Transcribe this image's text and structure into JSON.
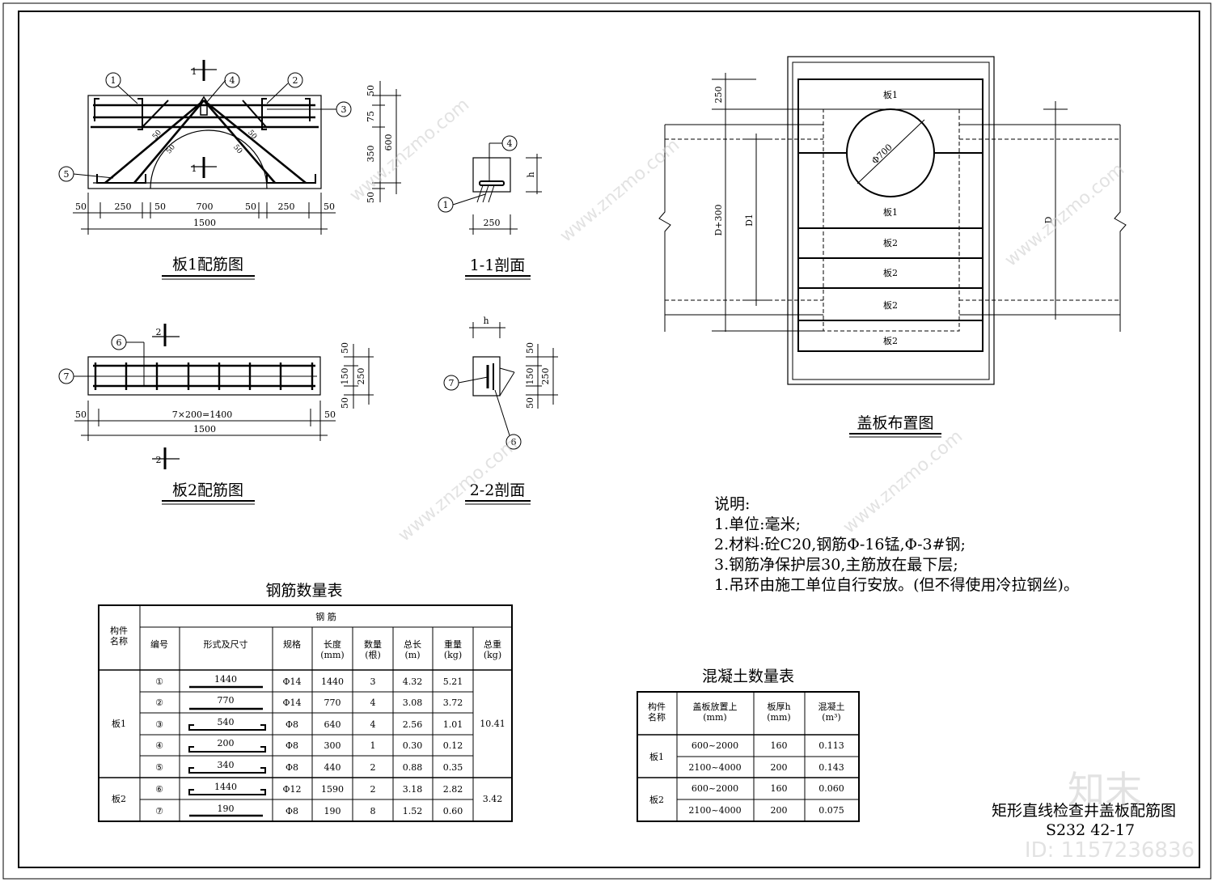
{
  "titles": {
    "plate1": "板1配筋图",
    "section11": "1-1剖面",
    "plate2": "板2配筋图",
    "section22": "2-2剖面",
    "layout": "盖板布置图",
    "rebar_table": "钢筋数量表",
    "concrete_table": "混凝土数量表"
  },
  "notes": {
    "heading": "说明:",
    "lines": [
      "1.单位:毫米;",
      "2.材料:砼C20,钢筋Φ-16锰,Φ-3#钢;",
      "3.钢筋净保护层30,主筋放在最下层;",
      "1.吊环由施工单位自行安放。(但不得使用冷拉钢丝)。"
    ]
  },
  "title_block": {
    "name": "矩形直线检查井盖板配筋图",
    "code": "S232  42-17"
  },
  "watermark": {
    "brand": "知末",
    "id": "ID: 1157236836",
    "site": "www.znzmo.com"
  },
  "plate1": {
    "marks": [
      "1",
      "4",
      "2",
      "3",
      "5"
    ],
    "section_marks": [
      "1",
      "1"
    ],
    "dims_bottom": [
      "50",
      "250",
      "50",
      "700",
      "50",
      "250",
      "50"
    ],
    "total": "1500",
    "dims_right": [
      "50",
      "75",
      "350",
      "50"
    ],
    "dim_total_right": "600",
    "diag_labels": [
      "50",
      "50",
      "50",
      "50"
    ]
  },
  "section11": {
    "marks": [
      "4",
      "1"
    ],
    "width": "250",
    "height": "h"
  },
  "plate2": {
    "marks": [
      "6",
      "7"
    ],
    "section_marks": [
      "2",
      "2"
    ],
    "dims_bottom": [
      "50",
      "7×200=1400",
      "50"
    ],
    "total": "1500",
    "dims_right": [
      "50",
      "150",
      "50"
    ],
    "dim_total_right": "250"
  },
  "section22": {
    "marks": [
      "7",
      "6"
    ],
    "width": "h",
    "dims_right": [
      "50",
      "150",
      "50"
    ],
    "dim_total_right": "250"
  },
  "layout": {
    "plates": [
      "板1",
      "板1",
      "板2",
      "板2",
      "板2",
      "板2"
    ],
    "diameter": "Φ700",
    "dims": [
      "250",
      "D+300",
      "D1",
      "D"
    ]
  },
  "rebar_table": {
    "header_group": "钢            筋",
    "headers": [
      "构件\n名称",
      "编号",
      "形式及尺寸",
      "规格",
      "长度\n(mm)",
      "数量\n(根)",
      "总长\n(m)",
      "重量\n(kg)",
      "总重\n(kg)"
    ],
    "groups": [
      {
        "name": "板1",
        "total": "10.41",
        "rows": [
          {
            "no": "①",
            "shape": "1440",
            "spec": "Φ14",
            "len": "1440",
            "qty": "3",
            "tlen": "4.32",
            "wt": "5.21"
          },
          {
            "no": "②",
            "shape": "770",
            "spec": "Φ14",
            "len": "770",
            "qty": "4",
            "tlen": "3.08",
            "wt": "3.72"
          },
          {
            "no": "③",
            "shape": "540",
            "spec": "Φ8",
            "len": "640",
            "qty": "4",
            "tlen": "2.56",
            "wt": "1.01"
          },
          {
            "no": "④",
            "shape": "200",
            "spec": "Φ8",
            "len": "300",
            "qty": "1",
            "tlen": "0.30",
            "wt": "0.12"
          },
          {
            "no": "⑤",
            "shape": "340",
            "spec": "Φ8",
            "len": "440",
            "qty": "2",
            "tlen": "0.88",
            "wt": "0.35"
          }
        ]
      },
      {
        "name": "板2",
        "total": "3.42",
        "rows": [
          {
            "no": "⑥",
            "shape": "1440",
            "spec": "Φ12",
            "len": "1590",
            "qty": "2",
            "tlen": "3.18",
            "wt": "2.82"
          },
          {
            "no": "⑦",
            "shape": "190",
            "spec": "Φ8",
            "len": "190",
            "qty": "8",
            "tlen": "1.52",
            "wt": "0.60"
          }
        ]
      }
    ]
  },
  "concrete_table": {
    "headers": [
      "构件\n名称",
      "盖板放置上\n(mm)",
      "板厚h\n(mm)",
      "混凝土\n(m³)"
    ],
    "groups": [
      {
        "name": "板1",
        "rows": [
          {
            "range": "600~2000",
            "h": "160",
            "vol": "0.113"
          },
          {
            "range": "2100~4000",
            "h": "200",
            "vol": "0.143"
          }
        ]
      },
      {
        "name": "板2",
        "rows": [
          {
            "range": "600~2000",
            "h": "160",
            "vol": "0.060"
          },
          {
            "range": "2100~4000",
            "h": "200",
            "vol": "0.075"
          }
        ]
      }
    ]
  }
}
